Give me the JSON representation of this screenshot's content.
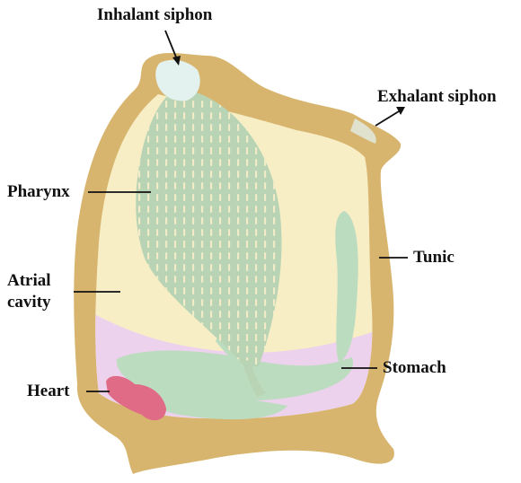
{
  "labels": {
    "inhalant_siphon": "Inhalant siphon",
    "exhalant_siphon": "Exhalant siphon",
    "pharynx": "Pharynx",
    "tunic": "Tunic",
    "atrial_cavity_line1": "Atrial",
    "atrial_cavity_line2": "cavity",
    "stomach": "Stomach",
    "heart": "Heart"
  },
  "colors": {
    "tunic": "#d8b56e",
    "atrium": "#f7eec6",
    "lower_cavity": "#ecd2ec",
    "pharynx": "#b9d4b4",
    "pharynx_slits": "#f1ebc8",
    "gut": "#bcdcbf",
    "heart": "#df6b86",
    "siphon_opening": "#e3f1ef",
    "pointer": "#111111"
  }
}
